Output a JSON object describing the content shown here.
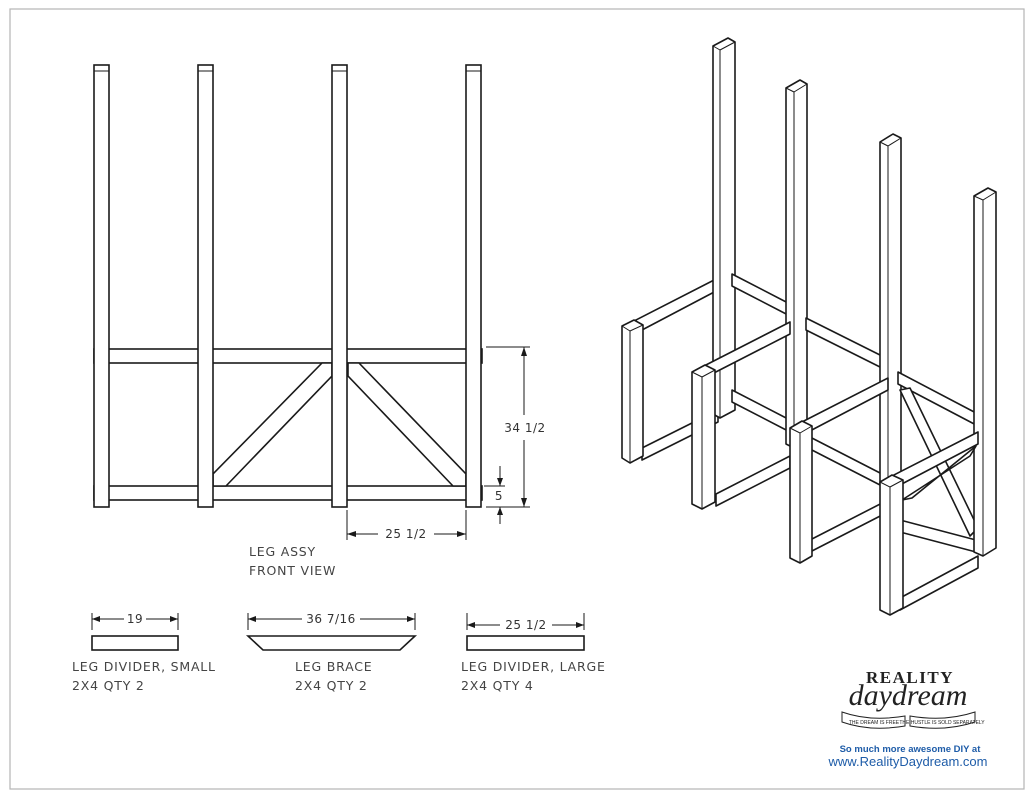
{
  "front_view": {
    "dim_height": "34 1/2",
    "dim_small": "5",
    "dim_width": "25 1/2",
    "label_line1": "LEG ASSY",
    "label_line2": "FRONT VIEW"
  },
  "parts": [
    {
      "dim": "19",
      "name": "LEG DIVIDER, SMALL",
      "qty": "2X4 QTY 2"
    },
    {
      "dim": "36 7/16",
      "name": "LEG BRACE",
      "qty": "2X4 QTY 2"
    },
    {
      "dim": "25 1/2",
      "name": "LEG DIVIDER, LARGE",
      "qty": "2X4 QTY 4"
    }
  ],
  "brand": {
    "logo_top": "REALITY",
    "logo_main": "daydream",
    "ribbon_left": "THE DREAM IS FREE",
    "ribbon_right": "THE HUSTLE IS SOLD SEPARATELY",
    "tagline": "So much more awesome DIY at",
    "url": "www.RealityDaydream.com"
  },
  "colors": {
    "line": "#1a1a1a",
    "brand_blue": "#1e5ca8"
  }
}
